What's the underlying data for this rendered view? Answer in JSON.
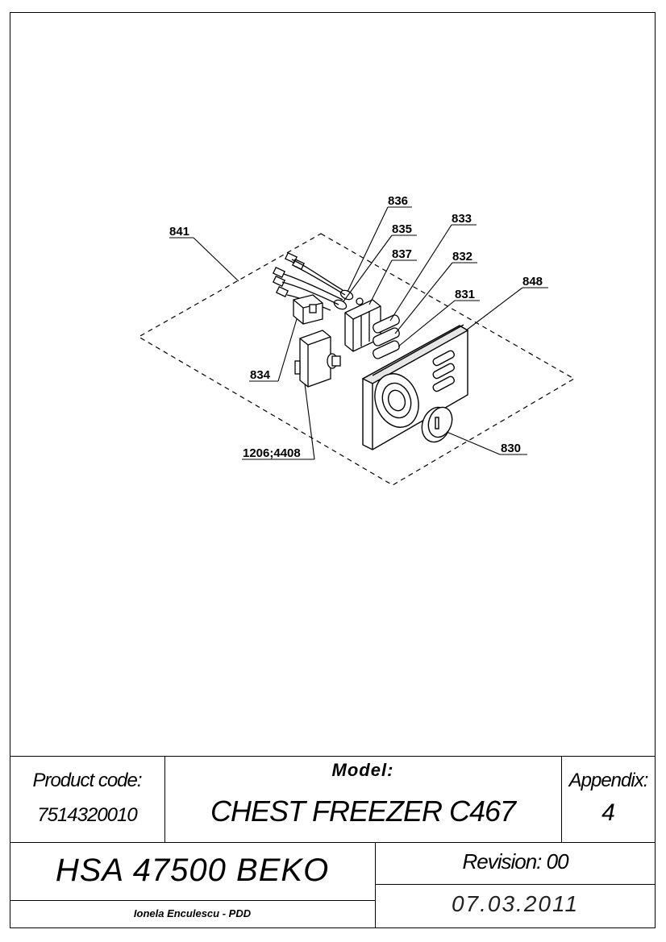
{
  "drawing": {
    "callouts": {
      "c836": "836",
      "c835": "835",
      "c833": "833",
      "c837": "837",
      "c832": "832",
      "c841": "841",
      "c848": "848",
      "c831": "831",
      "c834": "834",
      "c1206": "1206;4408",
      "c830": "830"
    }
  },
  "title_block": {
    "product_code_label": "Product code:",
    "product_code_value": "7514320010",
    "model_label": "Model:",
    "model_value": "CHEST FREEZER C467",
    "appendix_label": "Appendix:",
    "appendix_value": "4",
    "product_name": "HSA 47500 BEKO",
    "revision_label": "Revision: 00",
    "author": "Ionela Enculescu - PDD",
    "date": "07.03.2011"
  }
}
